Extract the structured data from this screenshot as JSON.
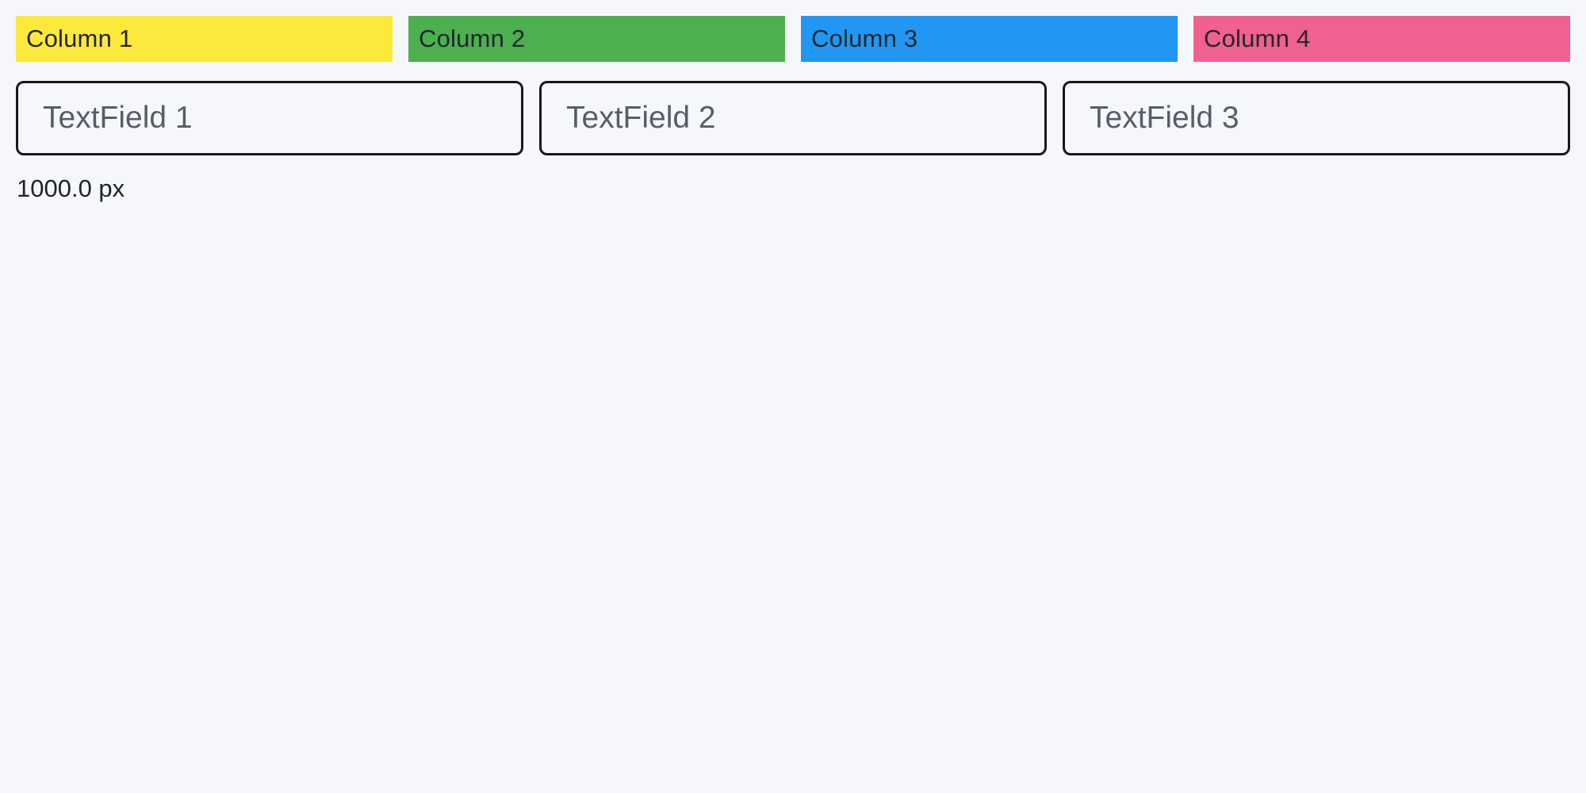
{
  "theme": {
    "background": "#F6F7FB",
    "column_text": "#24272C",
    "field_border": "#17191E",
    "field_placeholder": "#565E66",
    "width_text": "#1F2228"
  },
  "columns": [
    {
      "label": "Column 1",
      "color": "#FDE93B"
    },
    {
      "label": "Column 2",
      "color": "#4CAF50"
    },
    {
      "label": "Column 3",
      "color": "#2196F3"
    },
    {
      "label": "Column 4",
      "color": "#F0618F"
    }
  ],
  "text_fields": [
    {
      "placeholder": "TextField 1"
    },
    {
      "placeholder": "TextField 2"
    },
    {
      "placeholder": "TextField 3"
    }
  ],
  "width_label": "1000.0 px"
}
